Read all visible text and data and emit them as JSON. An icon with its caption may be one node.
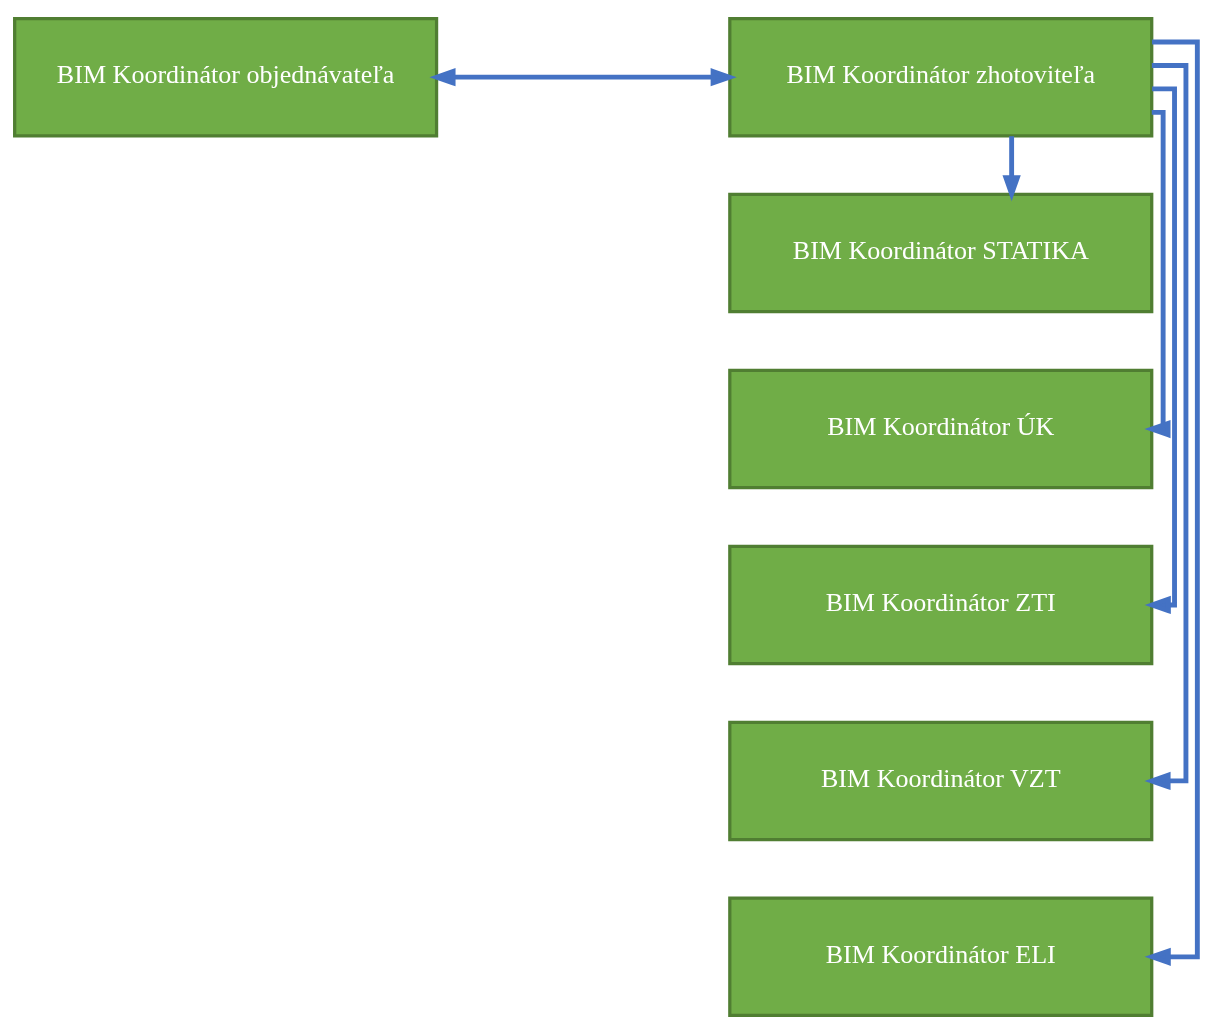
{
  "diagram": {
    "nodes": [
      {
        "text": [
          "BIM Koordinátor objednávateľa"
        ]
      },
      {
        "text": [
          "BIM Koordinátor zhotoviteľa"
        ]
      },
      {
        "text": [
          "BIM Koordinátor STATIKA"
        ]
      },
      {
        "text": [
          "BIM Koordinátor ÚK"
        ]
      },
      {
        "text": [
          "BIM Koordinátor ZTI"
        ]
      },
      {
        "text": [
          "BIM Koordinátor VZT"
        ]
      },
      {
        "text": [
          "BIM Koordinátor ELI"
        ]
      }
    ],
    "edges": [
      {
        "from": 0,
        "to": 1,
        "arrow": "both"
      },
      {
        "from": 1,
        "to": 2,
        "arrow": "to"
      },
      {
        "from": 1,
        "to": 3,
        "arrow": "to"
      },
      {
        "from": 1,
        "to": 4,
        "arrow": "to"
      },
      {
        "from": 1,
        "to": 5,
        "arrow": "to"
      },
      {
        "from": 1,
        "to": 6,
        "arrow": "to"
      }
    ]
  }
}
